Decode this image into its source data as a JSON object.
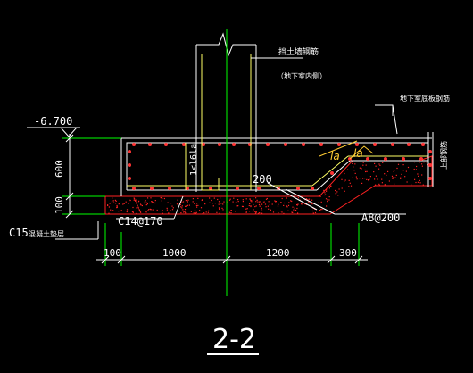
{
  "colors": {
    "background": "#000000",
    "rebar": "#ffffff",
    "wall_outline": "#ffff66",
    "axis_line": "#00ff00",
    "dimension": "#ffffff",
    "dim_extension": "#00ff00",
    "concrete_dots": "#ff3333",
    "leader": "#ffffff",
    "lap_label": "#ffcc33",
    "hatch": "#ff2222"
  },
  "labels": {
    "wall_rebar_note": "挡土墙钢筋",
    "wall_note_sub": "（地下室内侧）",
    "basement_wall_note": "地下室底板钢筋",
    "side_note": "上部钢筋",
    "elevation": "-6.700",
    "vert_lap": "1&lt;l6la",
    "dim_200": "200",
    "lap_la_1": "la",
    "lap_la_2": "la",
    "rebar_c14": "C14@170",
    "rebar_a8": "A8@200",
    "c15_label": "C15",
    "c15_sub": "混凝土垫层",
    "section_title": "2-2"
  },
  "dimensions": {
    "vertical": [
      "600",
      "100"
    ],
    "horizontal": [
      "100",
      "1000",
      "1200",
      "300"
    ]
  }
}
